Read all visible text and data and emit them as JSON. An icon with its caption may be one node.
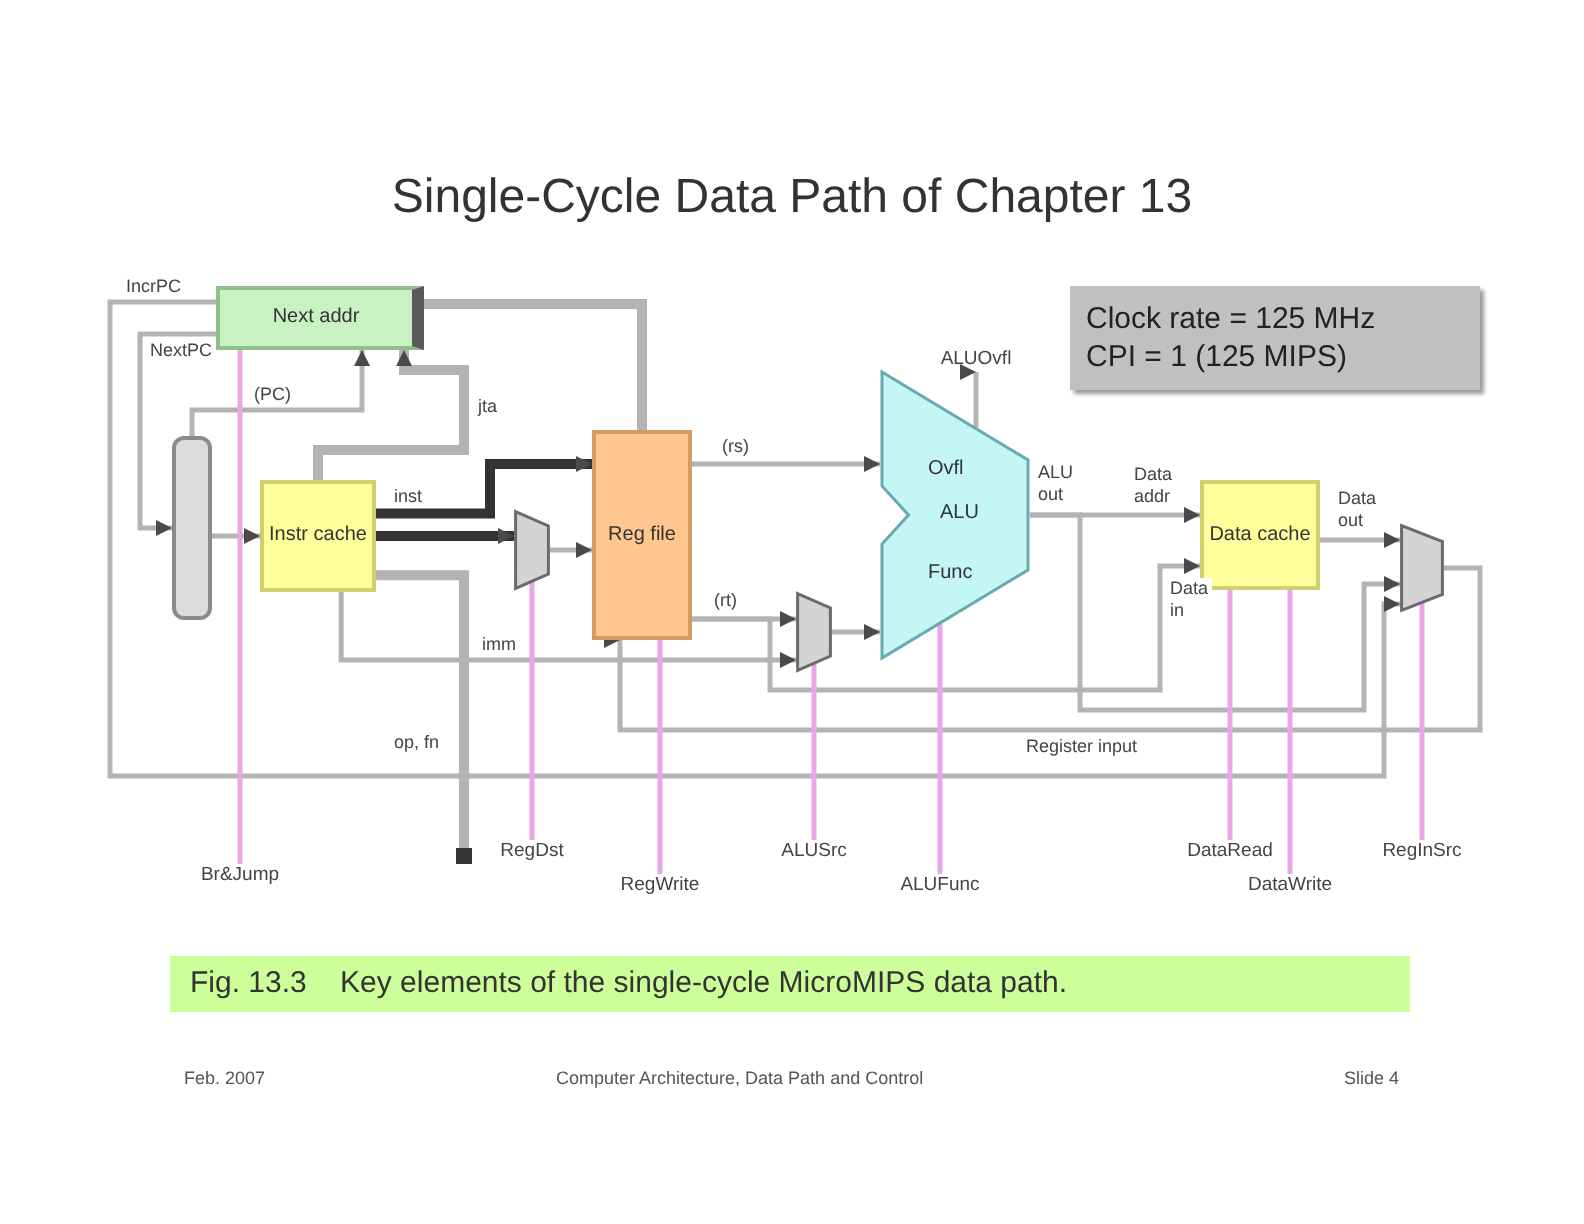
{
  "diagram": {
    "title": "Single-Cycle Data Path of Chapter 13",
    "caption": "Fig. 13.3    Key elements of the single-cycle MicroMIPS data path.",
    "nodes": [
      {
        "text": [
          "Next addr"
        ]
      },
      {
        "text": [
          "Clock rate = 125 MHz",
          "CPI = 1 (125 MIPS)"
        ]
      },
      {
        "text": [
          "ALUOvfl"
        ]
      },
      {
        "text": [],
        "shape": "bar"
      },
      {
        "text": [
          "Instr cache"
        ]
      },
      {
        "text": [],
        "shape": "trapezoid"
      },
      {
        "text": [
          "Reg file"
        ]
      },
      {
        "text": [],
        "shape": "trapezoid"
      },
      {
        "text": [
          "Ovfl",
          "ALU",
          "Func"
        ]
      },
      {
        "text": [
          "Data cache"
        ]
      },
      {
        "text": [],
        "shape": "trapezoid"
      },
      {
        "text": [
          "Br&Jump"
        ]
      },
      {
        "text": [
          "RegDst"
        ]
      },
      {
        "text": [
          "RegWrite"
        ]
      },
      {
        "text": [
          "ALUSrc"
        ]
      },
      {
        "text": [
          "ALUFunc"
        ]
      },
      {
        "text": [
          "DataRead"
        ]
      },
      {
        "text": [
          "DataWrite"
        ]
      },
      {
        "text": [
          "RegInSrc"
        ]
      },
      {
        "text": [],
        "shape": "box"
      }
    ],
    "edges": [
      {
        "from": 0,
        "to": 3,
        "arrow": "to",
        "label": "NextPC"
      },
      {
        "from": 3,
        "to": 4,
        "arrow": "to"
      },
      {
        "from": 3,
        "to": 0,
        "arrow": "to",
        "label": "(PC)"
      },
      {
        "from": 4,
        "to": 6,
        "arrow": "to",
        "label": "inst",
        "style": "thick",
        "color": "#333333"
      },
      {
        "from": 4,
        "to": 5,
        "arrow": "to",
        "style": "thick",
        "color": "#333333"
      },
      {
        "from": 5,
        "to": 6,
        "arrow": "to"
      },
      {
        "from": 4,
        "to": 0,
        "arrow": "to",
        "label": "jta",
        "style": "thick"
      },
      {
        "from": 6,
        "to": 8,
        "arrow": "to",
        "label": "(rs)"
      },
      {
        "from": 6,
        "to": 7,
        "arrow": "to",
        "label": "(rt)"
      },
      {
        "from": 7,
        "to": 8,
        "arrow": "to"
      },
      {
        "from": 6,
        "to": 0,
        "arrow": "to",
        "style": "thick"
      },
      {
        "from": 8,
        "to": 2,
        "arrow": "to"
      },
      {
        "from": 8,
        "to": 9,
        "arrow": "to",
        "label": "Data addr"
      },
      {
        "from": 6,
        "to": 9,
        "arrow": "to",
        "label": "Data in"
      },
      {
        "from": 9,
        "to": 10,
        "arrow": "to",
        "label": "Data out"
      },
      {
        "from": 8,
        "to": 10,
        "arrow": "to"
      },
      {
        "from": 10,
        "to": 6,
        "arrow": "to",
        "label": "Register input"
      },
      {
        "from": 0,
        "to": 10,
        "arrow": "to",
        "label": "IncrPC"
      },
      {
        "from": 4,
        "to": 7,
        "arrow": "to",
        "label": "imm"
      },
      {
        "from": 11,
        "to": 0,
        "arrow": "none",
        "color": "#e9a6e9"
      },
      {
        "from": 12,
        "to": 5,
        "arrow": "none",
        "color": "#e9a6e9"
      },
      {
        "from": 13,
        "to": 6,
        "arrow": "none",
        "color": "#e9a6e9"
      },
      {
        "from": 14,
        "to": 7,
        "arrow": "none",
        "color": "#e9a6e9"
      },
      {
        "from": 15,
        "to": 8,
        "arrow": "none",
        "color": "#e9a6e9"
      },
      {
        "from": 16,
        "to": 9,
        "arrow": "none",
        "color": "#e9a6e9"
      },
      {
        "from": 17,
        "to": 9,
        "arrow": "none",
        "color": "#e9a6e9"
      },
      {
        "from": 18,
        "to": 10,
        "arrow": "none",
        "color": "#e9a6e9"
      },
      {
        "from": 4,
        "to": 19,
        "arrow": "none",
        "label": "op, fn",
        "style": "thick"
      }
    ],
    "labels": [
      "ALU out",
      "Feb. 2007",
      "Computer Architecture, Data Path and Control",
      "Slide 4"
    ]
  }
}
